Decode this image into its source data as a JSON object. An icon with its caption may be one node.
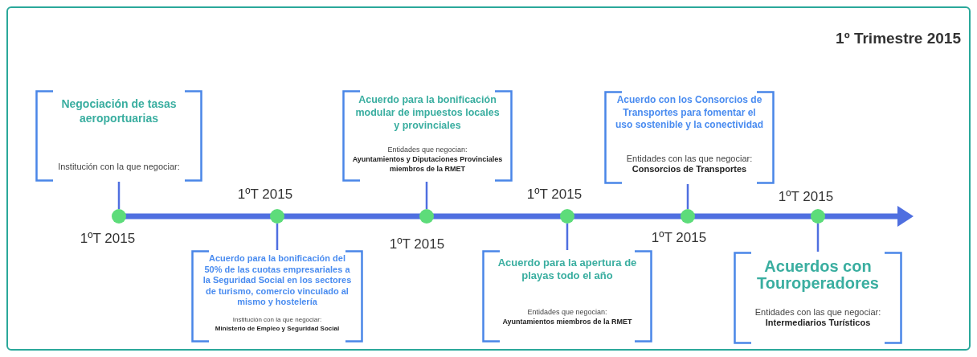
{
  "diagram": {
    "title": "1º Trimestre 2015",
    "nodes": [
      {
        "text": [
          "Negociación de tasas aeroportuarias",
          "Institución con la que negociar:"
        ]
      },
      {
        "text": [
          "Acuerdo para la bonificación del 50% de las cuotas empresariales a la Seguridad Social en los sectores de turismo, comercio vinculado al mismo y hostelería",
          "Institución con la que negociar:",
          "Ministerio de Empleo y Seguridad Social"
        ]
      },
      {
        "text": [
          "Acuerdo para la bonificación modular de impuestos locales y provinciales",
          "Entidades que negocian:",
          "Ayuntamientos y Diputaciones Provinciales miembros de la RMET"
        ]
      },
      {
        "text": [
          "Acuerdo para la apertura de playas todo el año",
          "Entidades que negocian:",
          "Ayuntamientos miembros de la RMET"
        ]
      },
      {
        "text": [
          "Acuerdo con los Consorcios de Transportes para fomentar el uso sostenible y la conectividad",
          "Entidades con las que negociar:",
          "Consorcios de Transportes"
        ]
      },
      {
        "text": [
          "Acuerdos con Touroperadores",
          "Entidades con las que negociar:",
          "Intermediarios Turísticos"
        ]
      },
      {
        "text": [],
        "shape": "circle",
        "beside": [
          "1ºT 2015"
        ]
      },
      {
        "text": [],
        "shape": "circle",
        "beside": [
          "1ºT 2015"
        ]
      },
      {
        "text": [],
        "shape": "circle",
        "beside": [
          "1ºT 2015"
        ]
      },
      {
        "text": [],
        "shape": "circle",
        "beside": [
          "1ºT 2015"
        ]
      },
      {
        "text": [],
        "shape": "circle",
        "beside": [
          "1ºT 2015"
        ]
      },
      {
        "text": [],
        "shape": "circle",
        "beside": [
          "1ºT 2015"
        ]
      }
    ],
    "edges": [
      {
        "from": 6,
        "to": 0,
        "arrow": "none"
      },
      {
        "from": 7,
        "to": 1,
        "arrow": "none"
      },
      {
        "from": 8,
        "to": 2,
        "arrow": "none"
      },
      {
        "from": 9,
        "to": 3,
        "arrow": "none"
      },
      {
        "from": 10,
        "to": 4,
        "arrow": "none"
      },
      {
        "from": 11,
        "to": 5,
        "arrow": "none"
      }
    ]
  }
}
